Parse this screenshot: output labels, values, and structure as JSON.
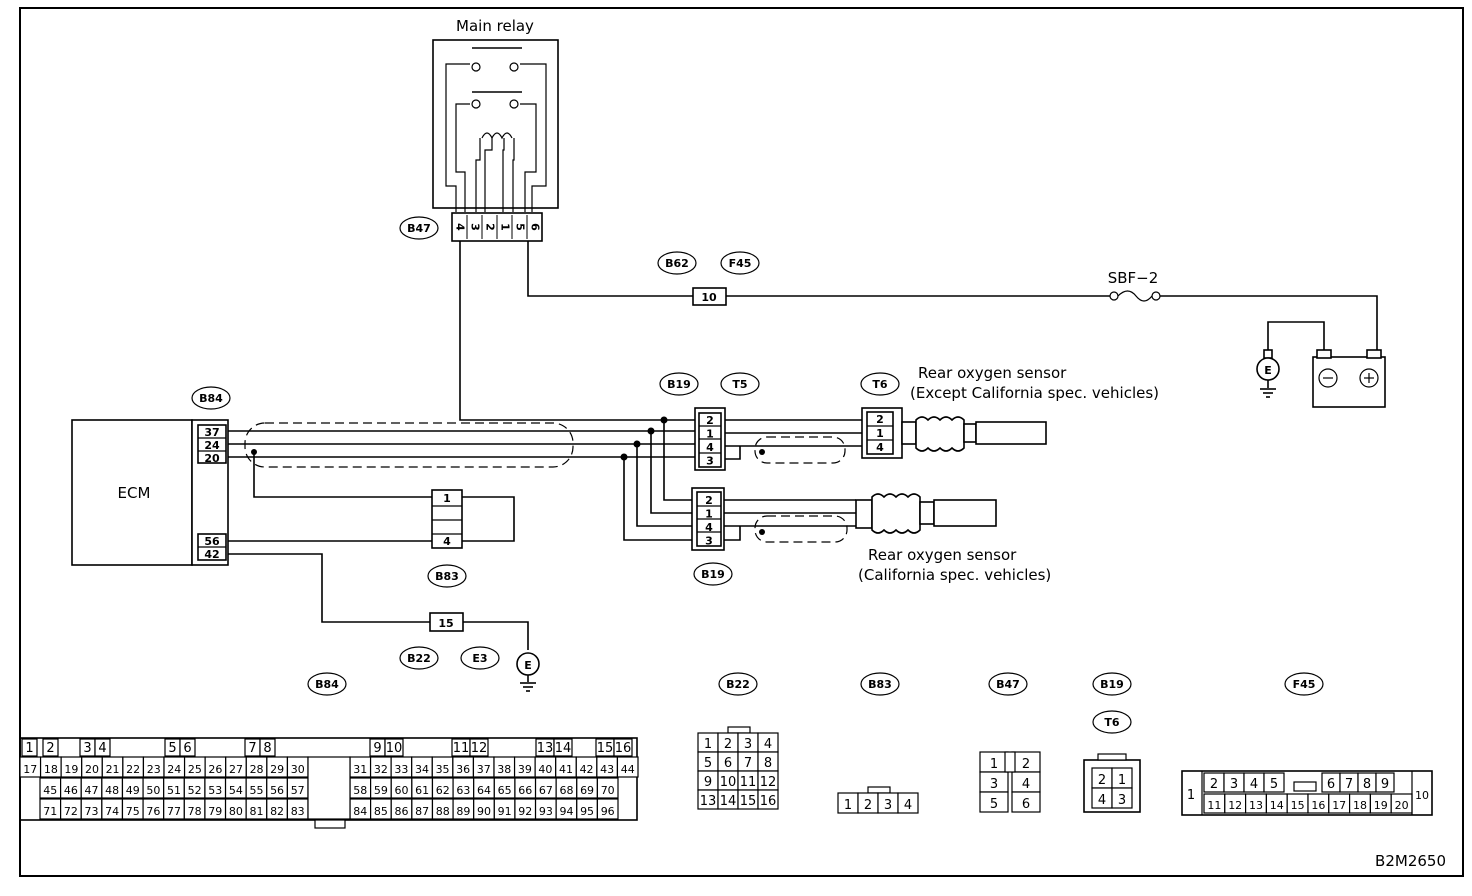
{
  "title_relay": "Main relay",
  "ecm_label": "ECM",
  "fuse_label": "SBF−2",
  "ground_label": "E",
  "drawing_code": "B2M2650",
  "sensors": {
    "except_title": "Rear oxygen sensor",
    "except_sub": "(Except California spec. vehicles)",
    "calif_title": "Rear oxygen sensor",
    "calif_sub": "(California spec. vehicles)"
  },
  "connector_tags": {
    "b47": "B47",
    "b62": "B62",
    "f45": "F45",
    "b84": "B84",
    "b19": "B19",
    "t5": "T5",
    "t6": "T6",
    "b83": "B83",
    "b22": "B22",
    "e3": "E3",
    "b19_lower": "B19"
  },
  "pins": {
    "b47_pins": [
      "4",
      "3",
      "2",
      "1",
      "5",
      "6"
    ],
    "b84_upper": [
      "37",
      "24",
      "20"
    ],
    "b84_lower": [
      "56",
      "42"
    ],
    "b83": [
      "1",
      "4"
    ],
    "b22": "15",
    "b62_f45": "10",
    "b19_upper": [
      "2",
      "1",
      "4",
      "3"
    ],
    "b19_lower": [
      "2",
      "1",
      "4",
      "3"
    ],
    "t6": [
      "2",
      "1",
      "4"
    ]
  },
  "legend": {
    "labels": {
      "b84": "B84",
      "b22": "B22",
      "b83": "B83",
      "b47": "B47",
      "b19": "B19",
      "t6": "T6",
      "f45": "F45"
    },
    "b84_rows": [
      [
        "1",
        "2",
        "3",
        "4",
        "5",
        "6",
        "7",
        "8",
        "9",
        "10",
        "11",
        "12",
        "13",
        "14",
        "15",
        "16"
      ],
      [
        "17",
        "18",
        "19",
        "20",
        "21",
        "22",
        "23",
        "24",
        "25",
        "26",
        "27",
        "28",
        "29",
        "30",
        "31",
        "32",
        "33",
        "34",
        "35",
        "36",
        "37",
        "38",
        "39",
        "40",
        "41",
        "42",
        "43",
        "44"
      ],
      [
        "45",
        "46",
        "47",
        "48",
        "49",
        "50",
        "51",
        "52",
        "53",
        "54",
        "55",
        "56",
        "57",
        "58",
        "59",
        "60",
        "61",
        "62",
        "63",
        "64",
        "65",
        "66",
        "67",
        "68",
        "69",
        "70"
      ],
      [
        "71",
        "72",
        "73",
        "74",
        "75",
        "76",
        "77",
        "78",
        "79",
        "80",
        "81",
        "82",
        "83",
        "84",
        "85",
        "86",
        "87",
        "88",
        "89",
        "90",
        "91",
        "92",
        "93",
        "94",
        "95",
        "96"
      ]
    ],
    "b22_rows": [
      [
        "1",
        "2",
        "3",
        "4"
      ],
      [
        "5",
        "6",
        "7",
        "8"
      ],
      [
        "9",
        "10",
        "11",
        "12"
      ],
      [
        "13",
        "14",
        "15",
        "16"
      ]
    ],
    "b83": [
      "1",
      "2",
      "3",
      "4"
    ],
    "b47_rows": [
      [
        "1",
        "2"
      ],
      [
        "3",
        "4"
      ],
      [
        "5",
        "6"
      ]
    ],
    "b19_rows": [
      [
        "2",
        "1"
      ],
      [
        "4",
        "3"
      ]
    ],
    "f45_single": "1",
    "f45_top": [
      "2",
      "3",
      "4",
      "5",
      "6",
      "7",
      "8",
      "9"
    ],
    "f45_bottom": [
      "11",
      "12",
      "13",
      "14",
      "15",
      "16",
      "17",
      "18",
      "19",
      "20"
    ],
    "f45_end": "10"
  }
}
